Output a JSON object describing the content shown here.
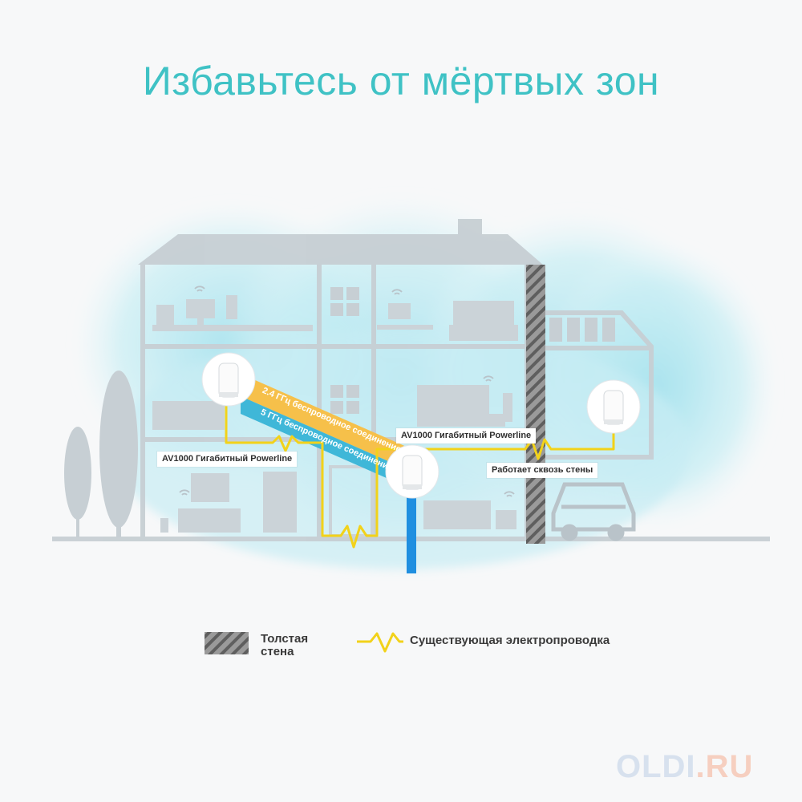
{
  "title": "Избавьтесь от мёртвых зон",
  "labels": {
    "powerline_left": "AV1000 Гигабитный Powerline",
    "powerline_right": "AV1000 Гигабитный Powerline",
    "band_24": "2.4 ГГц беспроводное соединение",
    "band_5": "5 ГГц беспроводное соединение",
    "through_walls": "Работает сквозь стены"
  },
  "legend": {
    "wall_line1": "Толстая",
    "wall_line2": "стена",
    "wiring": "Существующая электропроводка"
  },
  "watermark": {
    "part1": "OLDI",
    "part2": ".RU"
  },
  "icons": [
    "wifi-icon",
    "mesh-unit-icon",
    "tree-icon",
    "car-icon",
    "hatched-wall-icon",
    "zigzag-wire-icon"
  ],
  "colors": {
    "title": "#3fc2c5",
    "house_line": "#c7cfd4",
    "glow": "#bfe9f0",
    "band_24": "#f6c04a",
    "band_5": "#3fb7d8",
    "wiring": "#f2d21a",
    "ethernet": "#1f8fe0",
    "wall": "#7d7d7d"
  }
}
